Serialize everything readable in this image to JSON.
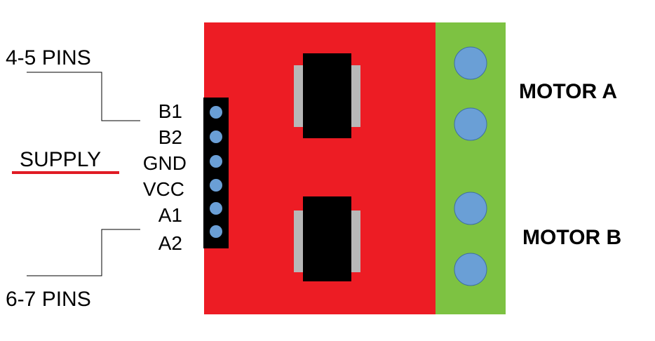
{
  "labels": {
    "pins_top": "4-5 PINS",
    "pins_bottom": "6-7 PINS",
    "supply": "SUPPLY",
    "motor_a": "MOTOR A",
    "motor_b": "MOTOR B"
  },
  "pins": [
    "B1",
    "B2",
    "GND",
    "VCC",
    "A1",
    "A2"
  ],
  "colors": {
    "board": "#ed1c24",
    "terminal": "#7dc242",
    "connector": "#000000",
    "pin_dot": "#6a9fd6",
    "chip_body": "#000000",
    "chip_leg": "#b8b8b8",
    "supply_line": "#e01b24"
  }
}
